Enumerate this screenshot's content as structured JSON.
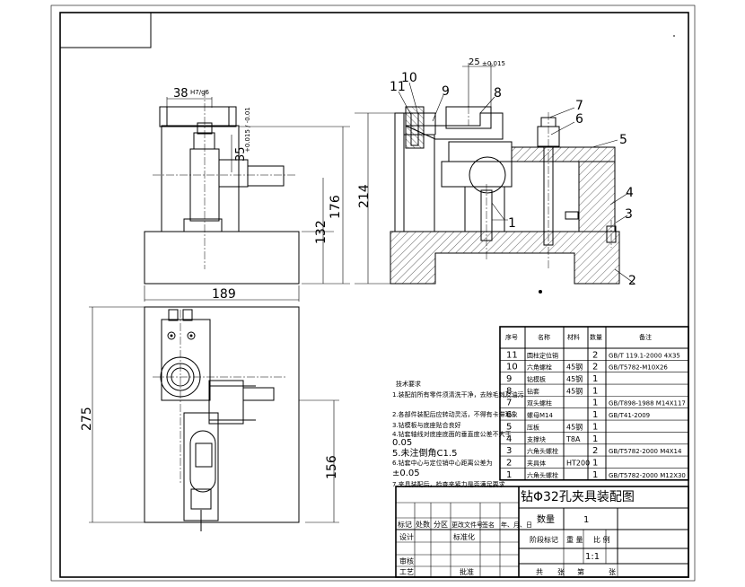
{
  "dimensions": {
    "d38": "38",
    "d38_tol": "H7/g6",
    "d35": "35",
    "d35_tol": "+0.015 / -0.01",
    "d132": "132",
    "d176": "176",
    "d189": "189",
    "d275": "275",
    "d156": "156",
    "d214": "214",
    "d25": "25",
    "d25_tol": "±0.015"
  },
  "balloons": [
    "1",
    "2",
    "3",
    "4",
    "5",
    "6",
    "7",
    "8",
    "9",
    "10",
    "11"
  ],
  "tech_notes": [
    "技术要求",
    "1.装配前所有零件须清洗干净，去除毛刺及油污",
    "2.各部件装配后应转动灵活，不得有卡滞现象",
    "3.钻模板与底座贴合良好",
    "4.钻套轴线对底座底面的垂直度公差不大于",
    "0.05",
    "5.未注倒角C1.5",
    "6.钻套中心与定位销中心距离公差为",
    "±0.05",
    "7.夹具装配后，检查夹紧力是否满足要求"
  ],
  "parts_header": {
    "seq": "序号",
    "name": "名称",
    "material": "材料",
    "qty": "数量",
    "note": "备注"
  },
  "parts": [
    {
      "seq": "11",
      "name": "圆柱定位销",
      "material": "",
      "qty": "2",
      "note": "GB/T 119.1-2000  4X35"
    },
    {
      "seq": "10",
      "name": "六角螺栓",
      "material": "45钢",
      "qty": "2",
      "note": "GB/T5782-M10X26"
    },
    {
      "seq": "9",
      "name": "钻模板",
      "material": "45钢",
      "qty": "1",
      "note": ""
    },
    {
      "seq": "8",
      "name": "钻套",
      "material": "45钢",
      "qty": "1",
      "note": ""
    },
    {
      "seq": "7",
      "name": "双头螺柱",
      "material": "",
      "qty": "1",
      "note": "GB/T898-1988  M14X117"
    },
    {
      "seq": "6",
      "name": "螺母M14",
      "material": "",
      "qty": "1",
      "note": "GB/T41-2009"
    },
    {
      "seq": "5",
      "name": "压板",
      "material": "45钢",
      "qty": "1",
      "note": ""
    },
    {
      "seq": "4",
      "name": "支撑块",
      "material": "T8A",
      "qty": "1",
      "note": ""
    },
    {
      "seq": "3",
      "name": "六角头螺栓",
      "material": "",
      "qty": "2",
      "note": "GB/T5782-2000  M4X14"
    },
    {
      "seq": "2",
      "name": "夹具体",
      "material": "HT200",
      "qty": "1",
      "note": ""
    },
    {
      "seq": "1",
      "name": "六角头螺栓",
      "material": "",
      "qty": "1",
      "note": "GB/T5782-2000  M12X30"
    }
  ],
  "title_block": {
    "title": "钻Φ32孔夹具装配图",
    "qty_label": "数量",
    "qty_value": "1",
    "stage_label": "阶段标记",
    "weight_label": "重 量",
    "scale_label": "比 例",
    "scale_value": "1:1",
    "mark_label": "标记",
    "count_label": "处数",
    "zone_label": "分区",
    "change_label": "更改文件号",
    "sign_label": "签名",
    "date_label": "年、月、日",
    "design_label": "设计",
    "std_label": "标准化",
    "review_label": "审核",
    "process_label": "工艺",
    "approve_label": "批准",
    "total_label": "共",
    "sheet_label": "张",
    "page_label": "第",
    "page_sheet_label": "张"
  }
}
